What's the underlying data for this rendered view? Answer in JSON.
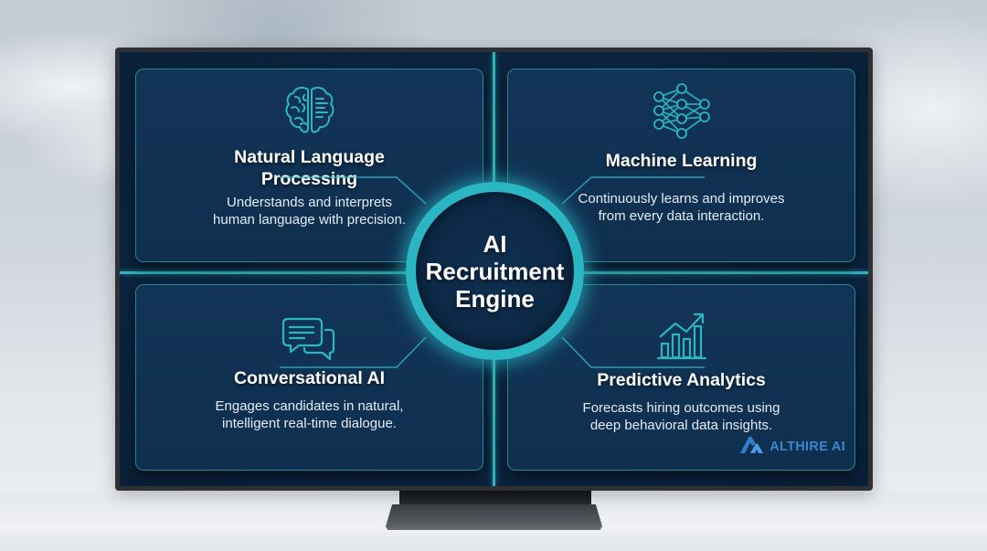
{
  "hub": {
    "title": "AI\nRecruitment\nEngine"
  },
  "panels": [
    {
      "id": "nlp",
      "icon": "brain-icon",
      "title": "Natural Language\nProcessing",
      "description": "Understands and interprets\nhuman language with precision."
    },
    {
      "id": "ml",
      "icon": "neural-network-icon",
      "title": "Machine Learning",
      "description": "Continuously learns and improves\nfrom every data interaction."
    },
    {
      "id": "conversational",
      "icon": "chat-bubbles-icon",
      "title": "Conversational AI",
      "description": "Engages candidates in natural,\nintelligent real-time dialogue."
    },
    {
      "id": "predictive",
      "icon": "bar-chart-trend-icon",
      "title": "Predictive Analytics",
      "description": "Forecasts hiring outcomes using\ndeep behavioral data insights."
    }
  ],
  "brand": {
    "name": "ALTHIRE AI",
    "icon": "althire-logo-icon"
  },
  "colors": {
    "accent_teal": "#2bb6c3",
    "panel_bg": "#123456",
    "screen_bg": "#0b2440",
    "brand_blue": "#3d86d0",
    "text": "#ffffff"
  }
}
